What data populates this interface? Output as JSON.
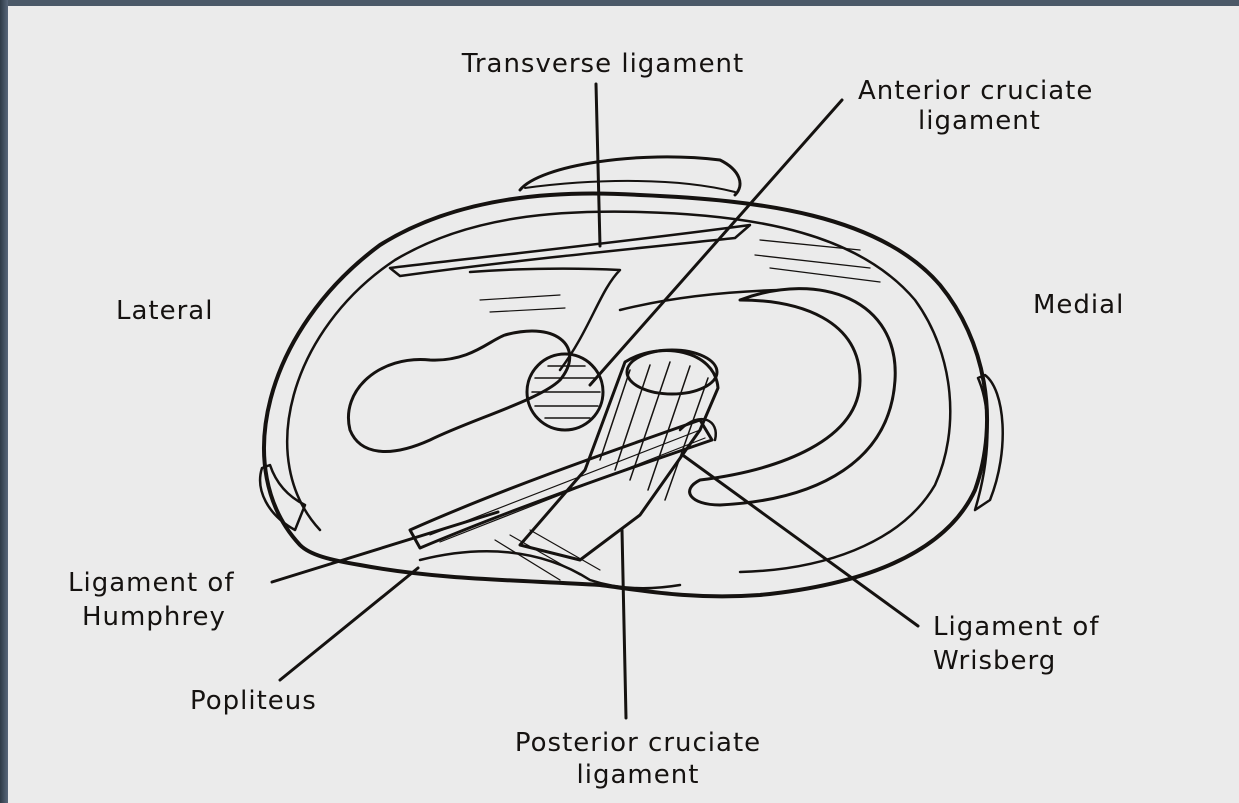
{
  "labels": {
    "transverse": "Transverse ligament",
    "acl_line1": "Anterior cruciate",
    "acl_line2": "ligament",
    "lateral": "Lateral",
    "medial": "Medial",
    "humphrey_line1": "Ligament of",
    "humphrey_line2": "Humphrey",
    "popliteus": "Popliteus",
    "wrisberg_line1": "Ligament of",
    "wrisberg_line2": "Wrisberg",
    "pcl_line1": "Posterior cruciate",
    "pcl_line2": "ligament"
  },
  "colors": {
    "ink": "#151210",
    "paper": "#ebebeb"
  }
}
